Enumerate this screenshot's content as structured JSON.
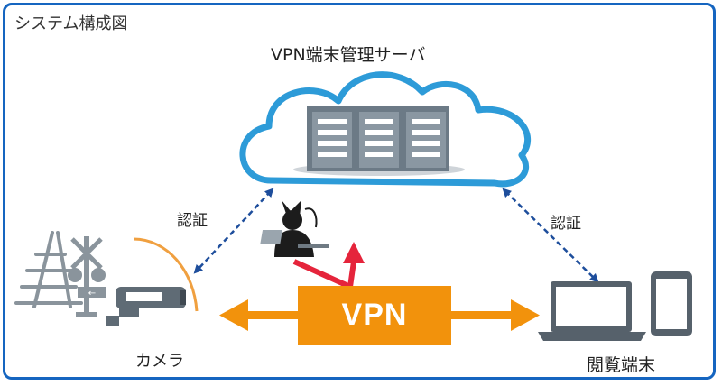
{
  "title": "システム構成図",
  "server_label": "VPN端末管理サーバ",
  "auth_left": "認証",
  "auth_right": "認証",
  "vpn_label": "VPN",
  "camera_label": "カメラ",
  "viewer_label": "閲覧端末",
  "colors": {
    "frame": "#1565c0",
    "cloud_stroke": "#2d9bd8",
    "auth_arrow": "#1e4e9c",
    "vpn": "#f2920c",
    "attack_arrow": "#e5243b"
  },
  "icons": [
    "server-rack-icon",
    "cloud-icon",
    "hacker-icon",
    "railway-crossing-icon",
    "camera-icon",
    "laptop-icon",
    "tablet-icon"
  ]
}
